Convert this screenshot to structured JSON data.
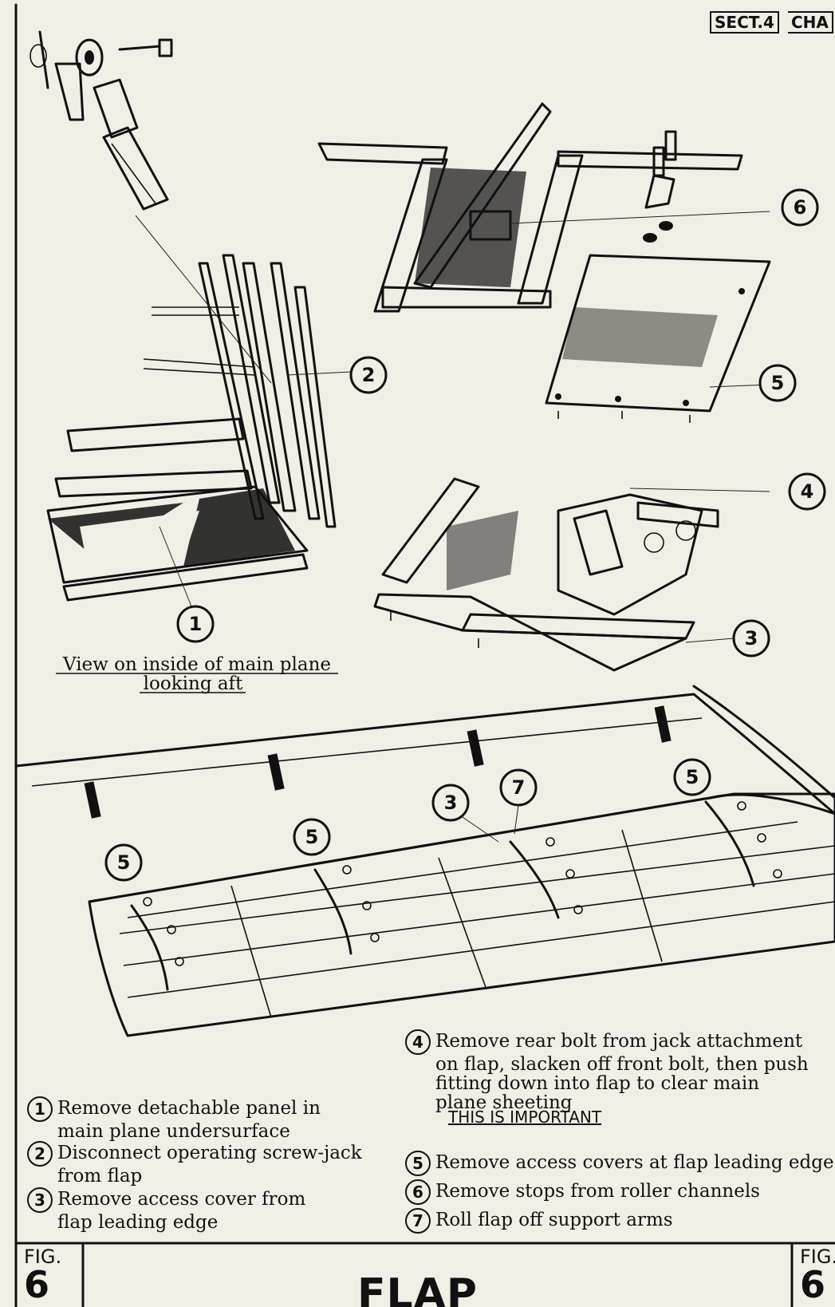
{
  "header": {
    "section": "SECT.4",
    "chapter": "CHA"
  },
  "figure": {
    "label": "FIG.",
    "number": "6",
    "title": "FLAP"
  },
  "view_caption": {
    "line1": "View on inside of main plane",
    "line2": "looking aft"
  },
  "callouts": [
    "1",
    "2",
    "3",
    "4",
    "5",
    "6",
    "7"
  ],
  "instructions": {
    "step1": {
      "num": "1",
      "line1": "Remove detachable panel in",
      "line2": "main plane undersurface"
    },
    "step2": {
      "num": "2",
      "line1": "Disconnect operating screw-jack",
      "line2": "from flap"
    },
    "step3": {
      "num": "3",
      "line1": "Remove access cover from",
      "line2": "flap leading edge"
    },
    "step4": {
      "num": "4",
      "line1": "Remove rear bolt from jack attachment",
      "line2": "on flap, slacken off front bolt, then push",
      "line3": "fitting down into flap to clear main",
      "line4": "plane sheeting",
      "emphasis": "THIS IS IMPORTANT"
    },
    "step5": {
      "num": "5",
      "text": "Remove access covers at flap leading edge"
    },
    "step6": {
      "num": "6",
      "text": "Remove stops from roller channels"
    },
    "step7": {
      "num": "7",
      "text": "Roll flap off support arms"
    }
  }
}
